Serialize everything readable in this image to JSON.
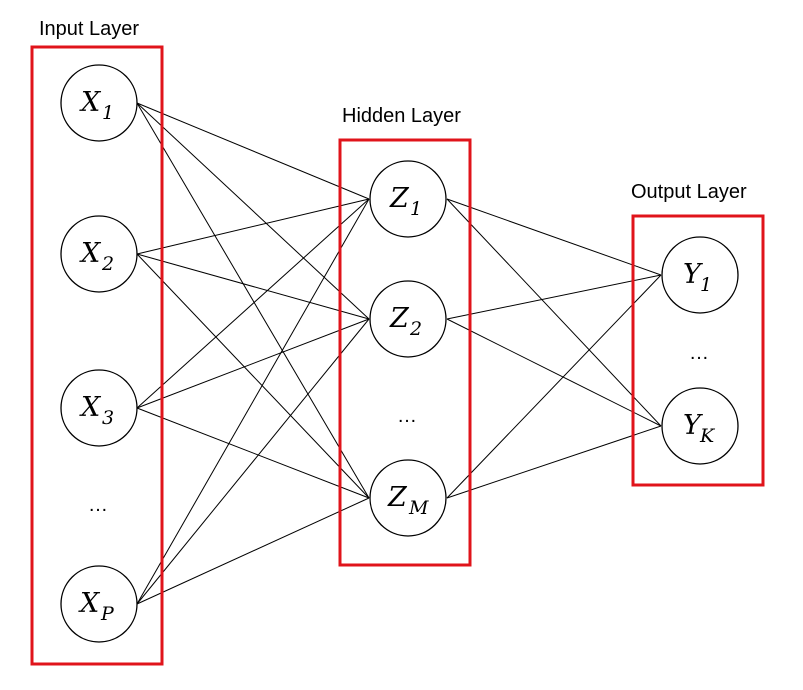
{
  "colors": {
    "box": "#e0141b",
    "edge": "#000000",
    "node_fill": "#ffffff"
  },
  "layers": {
    "input": {
      "title": "Input Layer",
      "ellipsis": "…"
    },
    "hidden": {
      "title": "Hidden Layer",
      "ellipsis": "…"
    },
    "output": {
      "title": "Output Layer",
      "ellipsis": "…"
    }
  },
  "nodes": {
    "x1": {
      "var": "X",
      "sub": "1"
    },
    "x2": {
      "var": "X",
      "sub": "2"
    },
    "x3": {
      "var": "X",
      "sub": "3"
    },
    "xp": {
      "var": "X",
      "sub": "P"
    },
    "z1": {
      "var": "Z",
      "sub": "1"
    },
    "z2": {
      "var": "Z",
      "sub": "2"
    },
    "zm": {
      "var": "Z",
      "sub": "M"
    },
    "y1": {
      "var": "Y",
      "sub": "1"
    },
    "yk": {
      "var": "Y",
      "sub": "K"
    }
  },
  "connections": [
    [
      "x1",
      "z1"
    ],
    [
      "x1",
      "z2"
    ],
    [
      "x1",
      "zm"
    ],
    [
      "x2",
      "z1"
    ],
    [
      "x2",
      "z2"
    ],
    [
      "x2",
      "zm"
    ],
    [
      "x3",
      "z1"
    ],
    [
      "x3",
      "z2"
    ],
    [
      "x3",
      "zm"
    ],
    [
      "xp",
      "z1"
    ],
    [
      "xp",
      "z2"
    ],
    [
      "xp",
      "zm"
    ],
    [
      "z1",
      "y1"
    ],
    [
      "z1",
      "yk"
    ],
    [
      "z2",
      "y1"
    ],
    [
      "z2",
      "yk"
    ],
    [
      "zm",
      "y1"
    ],
    [
      "zm",
      "yk"
    ]
  ]
}
